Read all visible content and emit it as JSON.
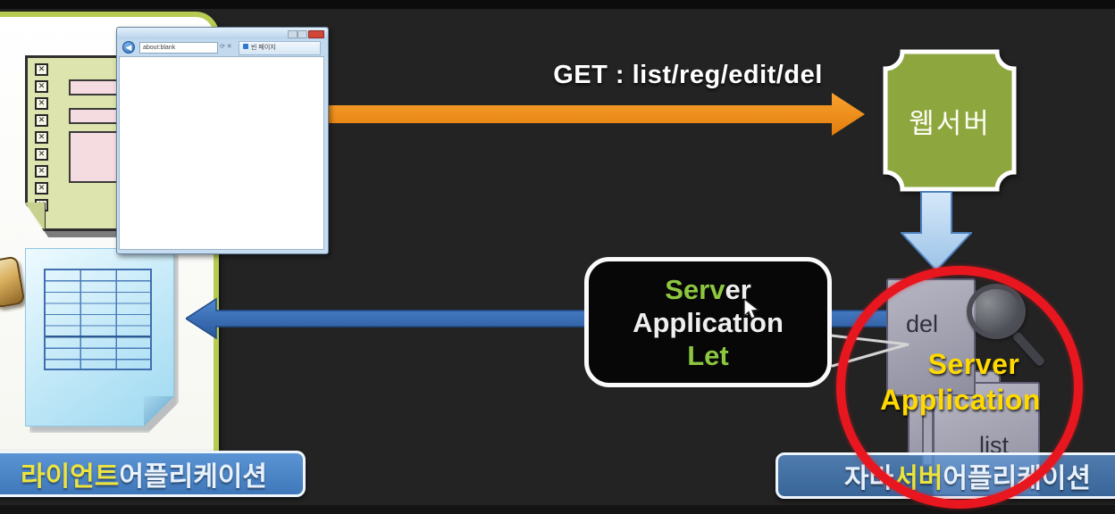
{
  "scene": {
    "get_label": "GET : list/reg/edit/del",
    "web_server_label": "웹서버",
    "bubble": {
      "part1": "Serv",
      "part2": "er",
      "line2": "Application",
      "line3": "Let"
    },
    "stack": {
      "doc_top": "del",
      "doc_bottom": "list",
      "overlay_line1": "Server",
      "overlay_line2": "Application"
    },
    "banners": {
      "left_highlight": "라이언트",
      "left_rest": " 어플리케이션",
      "right_pre": "자바 ",
      "right_highlight": "서버",
      "right_rest": " 어플리케이션"
    },
    "browser": {
      "address": "about:blank",
      "tab_label": "빈 페이지",
      "back_glyph": "◀",
      "addr_icons": "⟳ ✕"
    },
    "checkbox_glyph": "✕",
    "colors": {
      "background": "#232323",
      "accent_orange": "#f28e1c",
      "accent_blue": "#3a6fb7",
      "accent_green": "#8dc63f",
      "highlight_yellow": "#ffd900",
      "alert_red": "#e8171f",
      "banner_blue": "#4a86c8",
      "server_green": "#8da63e",
      "card_border_green": "#b7ca52"
    }
  }
}
